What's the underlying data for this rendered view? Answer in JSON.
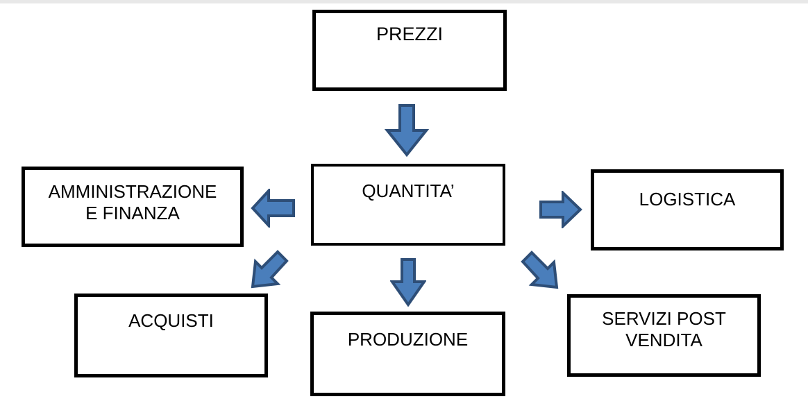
{
  "diagram": {
    "title": "Quantita flow diagram",
    "colors": {
      "box_border": "#000000",
      "box_fill": "#ffffff",
      "text": "#000000",
      "arrow_fill": "#4A7EBB",
      "arrow_stroke": "#2E4E77",
      "top_band": "#e8e8e8"
    },
    "nodes": [
      {
        "id": "prezzi",
        "label": "PREZZI"
      },
      {
        "id": "quantita",
        "label": "QUANTITA’"
      },
      {
        "id": "amministrazione",
        "label": "AMMINISTRAZIONE\nE FINANZA"
      },
      {
        "id": "logistica",
        "label": "LOGISTICA"
      },
      {
        "id": "acquisti",
        "label": "ACQUISTI"
      },
      {
        "id": "produzione",
        "label": "PRODUZIONE"
      },
      {
        "id": "servizi",
        "label": "SERVIZI POST\nVENDITA"
      }
    ],
    "arrows": [
      {
        "id": "prezzi-quantita",
        "from": "prezzi",
        "to": "quantita",
        "direction": "down"
      },
      {
        "id": "quantita-amministrazione",
        "from": "quantita",
        "to": "amministrazione",
        "direction": "left"
      },
      {
        "id": "quantita-logistica",
        "from": "quantita",
        "to": "logistica",
        "direction": "right"
      },
      {
        "id": "quantita-acquisti",
        "from": "quantita",
        "to": "acquisti",
        "direction": "down-left"
      },
      {
        "id": "quantita-produzione",
        "from": "quantita",
        "to": "produzione",
        "direction": "down"
      },
      {
        "id": "quantita-servizi",
        "from": "quantita",
        "to": "servizi",
        "direction": "down-right"
      }
    ]
  }
}
